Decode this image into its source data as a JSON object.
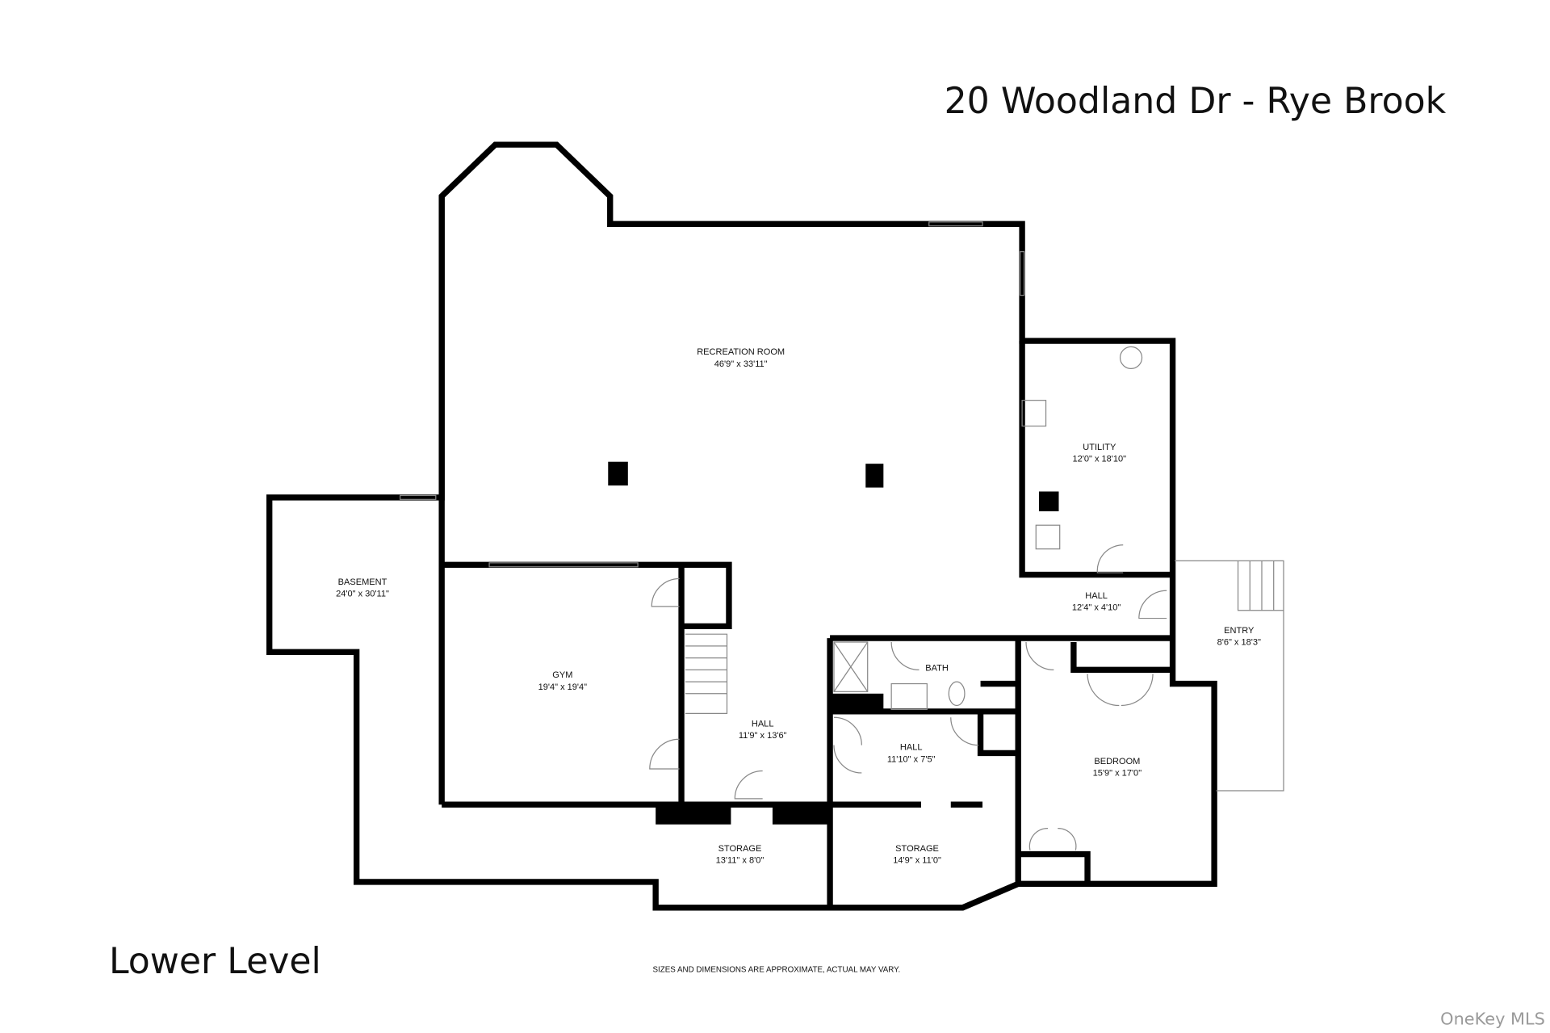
{
  "title": "20 Woodland Dr - Rye Brook",
  "level": "Lower Level",
  "disclaimer": "SIZES AND DIMENSIONS ARE APPROXIMATE, ACTUAL MAY VARY.",
  "watermark": "OneKey MLS",
  "rooms": [
    {
      "name": "RECREATION ROOM",
      "dims": "46'9\" x 33'11\""
    },
    {
      "name": "UTILITY",
      "dims": "12'0\" x 18'10\""
    },
    {
      "name": "BASEMENT",
      "dims": "24'0\" x 30'11\""
    },
    {
      "name": "HALL",
      "dims": "12'4\" x 4'10\""
    },
    {
      "name": "ENTRY",
      "dims": "8'6\" x 18'3\""
    },
    {
      "name": "GYM",
      "dims": "19'4\" x 19'4\""
    },
    {
      "name": "BATH",
      "dims": ""
    },
    {
      "name": "HALL",
      "dims": "11'9\" x 13'6\""
    },
    {
      "name": "HALL",
      "dims": "11'10\" x 7'5\""
    },
    {
      "name": "BEDROOM",
      "dims": "15'9\" x 17'0\""
    },
    {
      "name": "STORAGE",
      "dims": "13'11\" x 8'0\""
    },
    {
      "name": "STORAGE",
      "dims": "14'9\" x 11'0\""
    }
  ]
}
